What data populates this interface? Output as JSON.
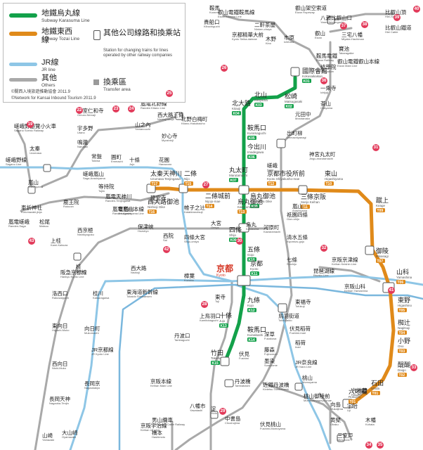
{
  "legend": {
    "items": [
      {
        "key": "karasuma",
        "label": "地鐵烏丸線",
        "sub": "Subway Karasuma Line",
        "color": "#13a14a"
      },
      {
        "key": "tozai",
        "label": "地鐵東西線",
        "sub": "Subway Tozai Line",
        "color": "#e08a1a"
      },
      {
        "key": "jr",
        "label": "JR線",
        "sub": "JR line",
        "color": "#8ec6e6"
      },
      {
        "key": "others",
        "label": "其他",
        "sub": "Others",
        "color": "#a9a9a9"
      }
    ],
    "transfer": {
      "label": "其他公司線路和換乘站",
      "sub": "Station for changing trains for lines operated by other railway companies"
    },
    "transfer_area": {
      "label": "換乘區",
      "sub": "Transfer area"
    },
    "copyright_zh": "©關西入境旅遊推動協會  2011.9",
    "copyright_en": "©Network for Kansai Inbound Tourism  2011.9"
  },
  "kyoto_station": {
    "label": "京都",
    "sub": "Kyoto"
  },
  "karasuma_stations": [
    {
      "name": "國際會館",
      "en": "Kokusaikaikan",
      "code": "K01"
    },
    {
      "name": "松崎",
      "en": "Matsugasaki",
      "code": "K02"
    },
    {
      "name": "北山",
      "en": "Kitayama",
      "code": "K03"
    },
    {
      "name": "北大路",
      "en": "Kitaoji",
      "code": "K04"
    },
    {
      "name": "鞍馬口",
      "en": "Kuramaguchi",
      "code": "K05"
    },
    {
      "name": "今出川",
      "en": "Imadegawa",
      "code": "K06"
    },
    {
      "name": "丸太町",
      "en": "Marutamachi",
      "code": "K07"
    },
    {
      "name": "烏丸御池",
      "en": "Karasuma Oike",
      "code": "K08"
    },
    {
      "name": "四條",
      "en": "Shijo",
      "code": "K09"
    },
    {
      "name": "五條",
      "en": "Gojo",
      "code": "K10"
    },
    {
      "name": "京都",
      "en": "Kyoto",
      "code": "K11"
    },
    {
      "name": "九條",
      "en": "Kujo",
      "code": "K12"
    },
    {
      "name": "十條",
      "en": "Jujo",
      "code": "K13"
    },
    {
      "name": "鞍馬口",
      "en": "Kuinabashi",
      "code": "K14"
    },
    {
      "name": "竹田",
      "en": "Takeda",
      "code": "K15"
    }
  ],
  "tozai_stations": [
    {
      "name": "太秦天神川",
      "en": "Uzumasa Tenjingawa",
      "code": "T17"
    },
    {
      "name": "西大路御池",
      "en": "Nishioji Oike",
      "code": "T16"
    },
    {
      "name": "二條",
      "en": "Nijo",
      "code": "T15"
    },
    {
      "name": "二條城前",
      "en": "Nijojo-mae",
      "code": "T14"
    },
    {
      "name": "烏丸御池",
      "en": "Karasuma Oike",
      "code": "T13"
    },
    {
      "name": "京都市役所前",
      "en": "Kyoto Shiyakusho-mae",
      "code": "T12"
    },
    {
      "name": "三條京阪",
      "en": "Sanjo Keihan",
      "code": "T11"
    },
    {
      "name": "東山",
      "en": "Higashiyama",
      "code": "T10"
    },
    {
      "name": "蹴上",
      "en": "Keage",
      "code": "T09"
    },
    {
      "name": "御陵",
      "en": "Misasagi",
      "code": "T07"
    },
    {
      "name": "山科",
      "en": "Yamashina",
      "code": "T06"
    },
    {
      "name": "東野",
      "en": "Higashino",
      "code": "T05"
    },
    {
      "name": "椥辻",
      "en": "Nagitsuji",
      "code": "T04"
    },
    {
      "name": "小野",
      "en": "Ono",
      "code": "T03"
    },
    {
      "name": "醍醐",
      "en": "Daigo",
      "code": "T02"
    },
    {
      "name": "石田",
      "en": "Ishida",
      "code": "T01"
    },
    {
      "name": "六地藏",
      "en": "Rokujizo",
      "code": "T01"
    }
  ],
  "other_labels": [
    {
      "name": "鞍馬",
      "en": "Kurama"
    },
    {
      "name": "貴船口",
      "en": "Kibuchiguchi"
    },
    {
      "name": "叡山電鐵鞍馬線",
      "en": "Eizan Kurama Line"
    },
    {
      "name": "二軒茶屋",
      "en": "Ninken-chaya"
    },
    {
      "name": "京都精華大前",
      "en": "Kyoto Seika-daimae"
    },
    {
      "name": "木野",
      "en": "Kino"
    },
    {
      "name": "市原",
      "en": "Ichihara"
    },
    {
      "name": "叡山架空索道",
      "en": "Eizan Ropeway"
    },
    {
      "name": "比叡山頂",
      "en": "Hiei-Sancho"
    },
    {
      "name": "比叡山鐵道",
      "en": "Hiei Cable"
    },
    {
      "name": "八瀬比叡山口",
      "en": "Yase-Hieizanguchi"
    },
    {
      "name": "叡山",
      "en": "Eizan"
    },
    {
      "name": "三宅八幡",
      "en": "Miyake-Hachiman"
    },
    {
      "name": "寶池",
      "en": "Takaragaike"
    },
    {
      "name": "修學院",
      "en": "Shugakuin"
    },
    {
      "name": "一乘寺",
      "en": "Ichijoji"
    },
    {
      "name": "茶山",
      "en": "Chayama"
    },
    {
      "name": "元田中",
      "en": "Mototanaka"
    },
    {
      "name": "出町柳",
      "en": "Demachiyanagi"
    },
    {
      "name": "神宮丸太町",
      "en": "Jingu-marutamachi"
    },
    {
      "name": "叡山電鐵叡山本線",
      "en": "Eizan Main Line"
    },
    {
      "name": "鞍馬電鐵",
      "en": "Eizan Railway"
    },
    {
      "name": "嵯峨野遊覽小火車",
      "en": "Sagano Scenic Railway"
    },
    {
      "name": "嵯峨野線",
      "en": "Sagano Line"
    },
    {
      "name": "嵐電北野線",
      "en": "Randen Kitano Line"
    },
    {
      "name": "北野白梅町",
      "en": "Kitano-Hakubaicho"
    },
    {
      "name": "御室仁和寺",
      "en": "Omuro-Ninnaji"
    },
    {
      "name": "宇多野",
      "en": "Utano"
    },
    {
      "name": "鳴瀧",
      "en": "Narutaki"
    },
    {
      "name": "常盤",
      "en": "Tokiwa"
    },
    {
      "name": "嵐電嵐山本線",
      "en": "Randen Arashiyama Line"
    },
    {
      "name": "嵐山",
      "en": "Arashiyama"
    },
    {
      "name": "嵐電嵯峨",
      "en": "Randen-Saga"
    },
    {
      "name": "松尾",
      "en": "Matsuo"
    },
    {
      "name": "上桂",
      "en": "Kami-Katsura"
    },
    {
      "name": "西院",
      "en": "Sai"
    },
    {
      "name": "西京極",
      "en": "Nishikyogoku"
    },
    {
      "name": "四條大宮",
      "en": "Shijo-omiya"
    },
    {
      "name": "大宮",
      "en": "Omiya"
    },
    {
      "name": "烏丸",
      "en": "Karasuma"
    },
    {
      "name": "河原町",
      "en": "Kawaramachi"
    },
    {
      "name": "祇園四條",
      "en": "Gion-shijo"
    },
    {
      "name": "清水五條",
      "en": "Kiyomizu-gojo"
    },
    {
      "name": "七條",
      "en": "Shichijo"
    },
    {
      "name": "京阪京津線",
      "en": "Keihan Keishin Line"
    },
    {
      "name": "琵琶湖線",
      "en": "Biwako Line"
    },
    {
      "name": "京阪山科",
      "en": "Keihan Yamashina"
    },
    {
      "name": "西大路",
      "en": "Nishioji"
    },
    {
      "name": "東海道新幹線",
      "en": "Tokaido Shinkansen"
    },
    {
      "name": "桂川",
      "en": "Katsuragawa"
    },
    {
      "name": "桂",
      "en": "Katsura"
    },
    {
      "name": "洛西口",
      "en": "Rakusaiguchi"
    },
    {
      "name": "東向日",
      "en": "Higashi-Muko"
    },
    {
      "name": "向日町",
      "en": "Mukomachi"
    },
    {
      "name": "西向日",
      "en": "Nishi-Muko"
    },
    {
      "name": "長岡天神",
      "en": "Nagaoka-Tenjin"
    },
    {
      "name": "長岡京",
      "en": "Nagaokakyo"
    },
    {
      "name": "大山崎",
      "en": "Oyamazaki"
    },
    {
      "name": "山崎",
      "en": "Yamazaki"
    },
    {
      "name": "JR京都線",
      "en": "JR Kyoto Line"
    },
    {
      "name": "阪急京都線",
      "en": "Hankyu Kyoto Line"
    },
    {
      "name": "東寺",
      "en": "Toji"
    },
    {
      "name": "東福寺",
      "en": "Tofukuji"
    },
    {
      "name": "鳥羽街道",
      "en": "Toba-kaido"
    },
    {
      "name": "伏見稻荷",
      "en": "Fushimi-Inari"
    },
    {
      "name": "稻荷",
      "en": "Inari"
    },
    {
      "name": "深草",
      "en": "Fukakusa"
    },
    {
      "name": "藤森",
      "en": "Fujinomori"
    },
    {
      "name": "墨染",
      "en": "Sumizome"
    },
    {
      "name": "JR奈良線",
      "en": "JR Nara Line"
    },
    {
      "name": "伏見",
      "en": "Fushimi"
    },
    {
      "name": "丹波橋",
      "en": "Tambabashi"
    },
    {
      "name": "近鐵丹波橋",
      "en": "Kintetsu Tambabashi"
    },
    {
      "name": "桃山",
      "en": "Momoyama"
    },
    {
      "name": "桃山御陵前",
      "en": "Momoyamagoryo-mae"
    },
    {
      "name": "京阪本線",
      "en": "Keihan Main Line"
    },
    {
      "name": "八幡市",
      "en": "Yawatashi"
    },
    {
      "name": "淀",
      "en": "Yodo"
    },
    {
      "name": "中書島",
      "en": "Chushojima"
    },
    {
      "name": "伏見桃山",
      "en": "Fushimi-Momoyama"
    },
    {
      "name": "向島",
      "en": "Mukaijima"
    },
    {
      "name": "六地藏",
      "en": "Rokujizo"
    },
    {
      "name": "木幡",
      "en": "Kohata"
    },
    {
      "name": "黄檗",
      "en": "Obaku"
    },
    {
      "name": "三室戸",
      "en": "Mimurodo"
    },
    {
      "name": "宇治",
      "en": "Uji"
    },
    {
      "name": "京阪宇治線",
      "en": "Keihan Uji Line"
    },
    {
      "name": "男山纜車",
      "en": "Otokoyama Cable Railway"
    },
    {
      "name": "橋本",
      "en": "Hashimoto"
    },
    {
      "name": "樟葉",
      "en": "Kuzuha"
    },
    {
      "name": "丹波口",
      "en": "Tambaguchi"
    },
    {
      "name": "上鳥羽口",
      "en": "Kamitobaguchi"
    },
    {
      "name": "十條",
      "en": "Jujo"
    },
    {
      "name": "花園",
      "en": "Hanazono"
    },
    {
      "name": "圓町",
      "en": "Emmachi"
    },
    {
      "name": "太秦",
      "en": "Uzumasa"
    },
    {
      "name": "嵯峨嵐山",
      "en": "Saga-Arashiyama"
    },
    {
      "name": "保津峽",
      "en": "Hozukyo"
    },
    {
      "name": "帷子之辻",
      "en": "Katabiranotsuji"
    },
    {
      "name": "山之內",
      "en": "Yamanouchi"
    },
    {
      "name": "西大路三條",
      "en": "Nishioji-sanjo"
    },
    {
      "name": "妙心寺",
      "en": "Myoshinji"
    },
    {
      "name": "龍安寺",
      "en": "Ryoanji"
    },
    {
      "name": "等持院",
      "en": "Tojiin"
    },
    {
      "name": "嵐電天神川",
      "en": "Randen-Tenjingawa"
    },
    {
      "name": "有栖川",
      "en": "Arisugawa"
    },
    {
      "name": "車折神社",
      "en": "Kurumazaki-jinja"
    },
    {
      "name": "鹿王院",
      "en": "Rokuoin"
    },
    {
      "name": "嵐山",
      "en": "Arashiyama"
    },
    {
      "name": "嵯峨",
      "en": "Saga"
    },
    {
      "name": "三條",
      "en": "Sanjo"
    },
    {
      "name": "京都市役所前",
      "en": "Kyoto Shiyakusho-mae"
    }
  ],
  "poi_numbers": [
    "19",
    "22",
    "23",
    "24",
    "25",
    "26",
    "27",
    "28",
    "29",
    "30",
    "31",
    "32",
    "33",
    "34",
    "35",
    "36",
    "37",
    "38",
    "39",
    "40",
    "41",
    "42",
    "43"
  ]
}
